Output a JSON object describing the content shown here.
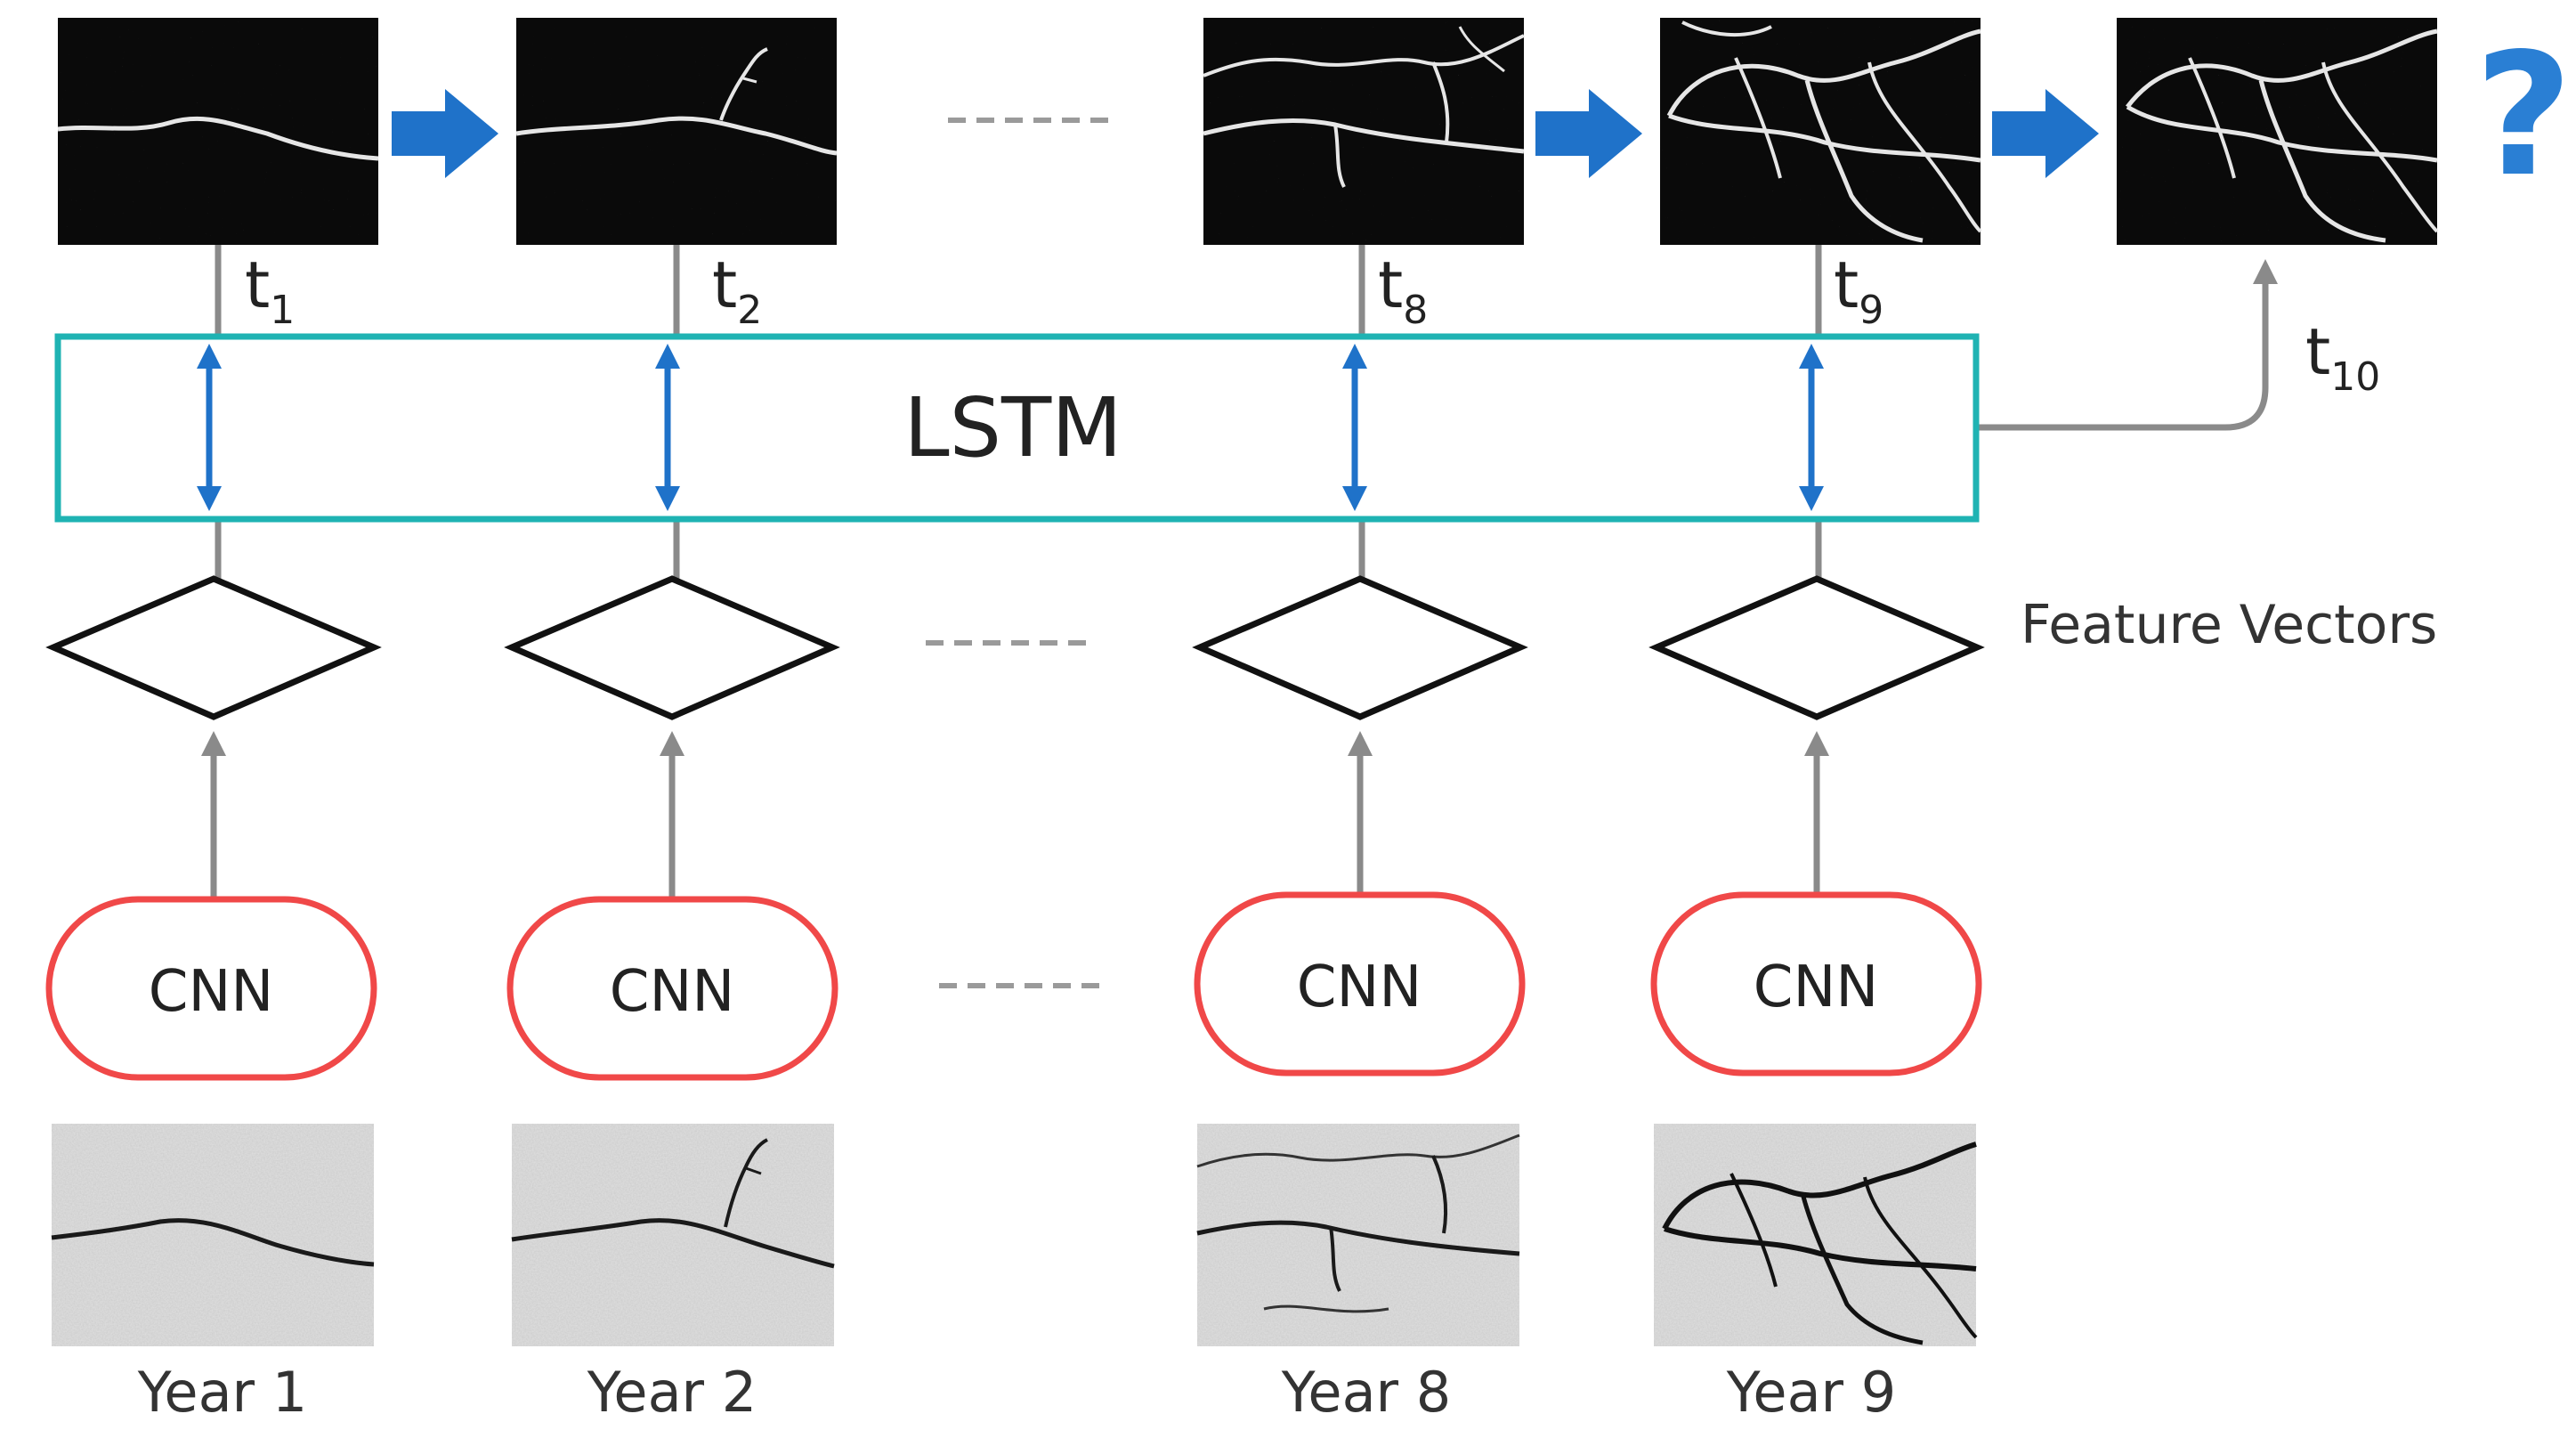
{
  "title": "",
  "nodes": {
    "lstm": "LSTM",
    "cnn": "CNN",
    "feature_vectors": "Feature Vectors",
    "question": "?"
  },
  "years": [
    "Year 1",
    "Year 2",
    "Year 8",
    "Year 9"
  ],
  "times": [
    {
      "main": "t",
      "sub": "1"
    },
    {
      "main": "t",
      "sub": "2"
    },
    {
      "main": "t",
      "sub": "8"
    },
    {
      "main": "t",
      "sub": "9"
    },
    {
      "main": "t",
      "sub": "10"
    }
  ],
  "colors": {
    "lstm_border": "#1fb3b3",
    "cnn_border": "#f04848",
    "blue_arrow": "#1f72c9",
    "gray_connector": "#8a8a8a",
    "question_mark": "#2a7fd4",
    "dash": "#9a9a9a"
  }
}
